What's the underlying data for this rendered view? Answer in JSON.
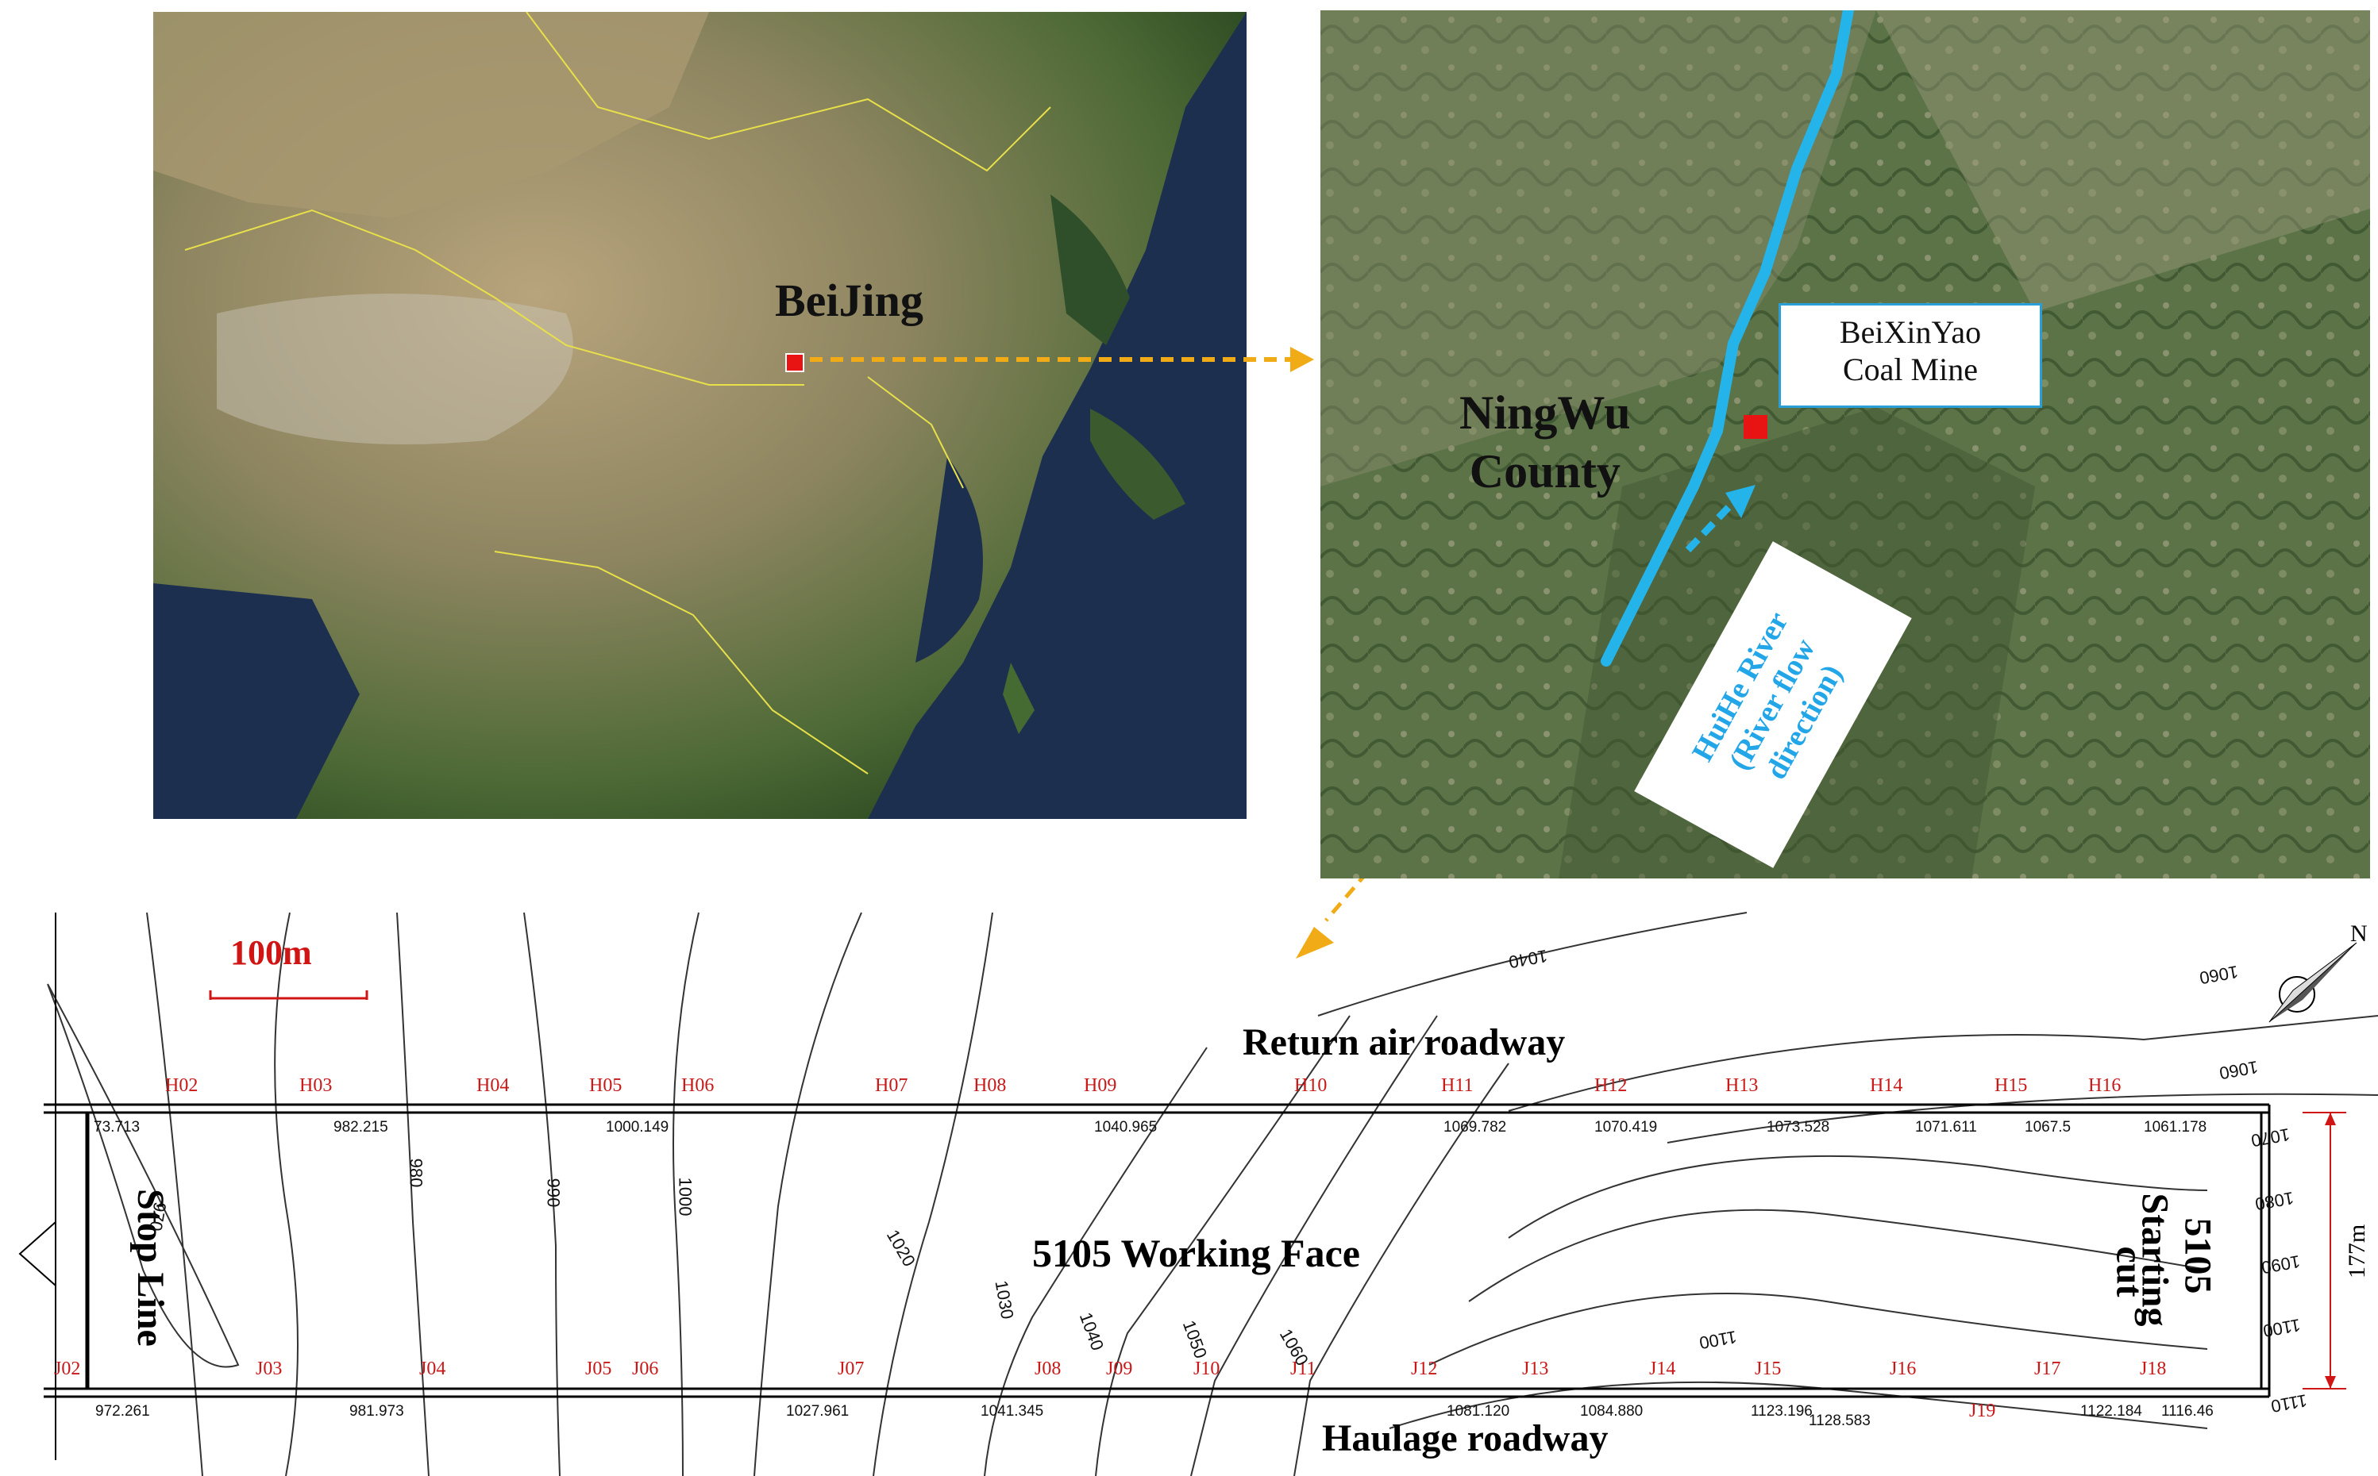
{
  "china_map": {
    "city_label": "BeiJing"
  },
  "local_map": {
    "mine_label_line1": "BeiXinYao",
    "mine_label_line2": "Coal Mine",
    "county_line1": "NingWu",
    "county_line2": "County",
    "river_line1": "HuiHe River",
    "river_line2": "(River flow",
    "river_line3": "direction)"
  },
  "plan": {
    "scale_label": "100m",
    "return_air": "Return air roadway",
    "haulage": "Haulage roadway",
    "working_face": "5105 Working Face",
    "stop_line": "Stop Line",
    "starting_cut_1": "Starting",
    "starting_cut_2": "cut",
    "starting_cut_num": "5105",
    "width_label": "177m",
    "north": "N",
    "h_points": [
      "H02",
      "H03",
      "H04",
      "H05",
      "H06",
      "H07",
      "H08",
      "H09",
      "H10",
      "H11",
      "H12",
      "H13",
      "H14",
      "H15",
      "H16"
    ],
    "j_points": [
      "J02",
      "J03",
      "J04",
      "J05",
      "J06",
      "J07",
      "J08",
      "J09",
      "J10",
      "J11",
      "J12",
      "J13",
      "J14",
      "J15",
      "J16",
      "J17",
      "J18",
      "J19"
    ],
    "top_elevations": [
      "73.713",
      "982.215",
      "1000.149",
      "1040.965",
      "1069.782",
      "1070.419",
      "1073.528",
      "1071.611",
      "1067.5",
      "1061.178"
    ],
    "bottom_elevations": [
      "972.261",
      "981.973",
      "1027.961",
      "1041.345",
      "1081.120",
      "1084.880",
      "1123.196",
      "1128.583",
      "1122.184",
      "1116.46"
    ],
    "contours": [
      "980",
      "990",
      "1000",
      "1020",
      "1030",
      "1040",
      "1050",
      "1060",
      "1040",
      "1060",
      "1060",
      "1070",
      "1080",
      "1090",
      "1100",
      "1100",
      "1110",
      "970"
    ]
  }
}
